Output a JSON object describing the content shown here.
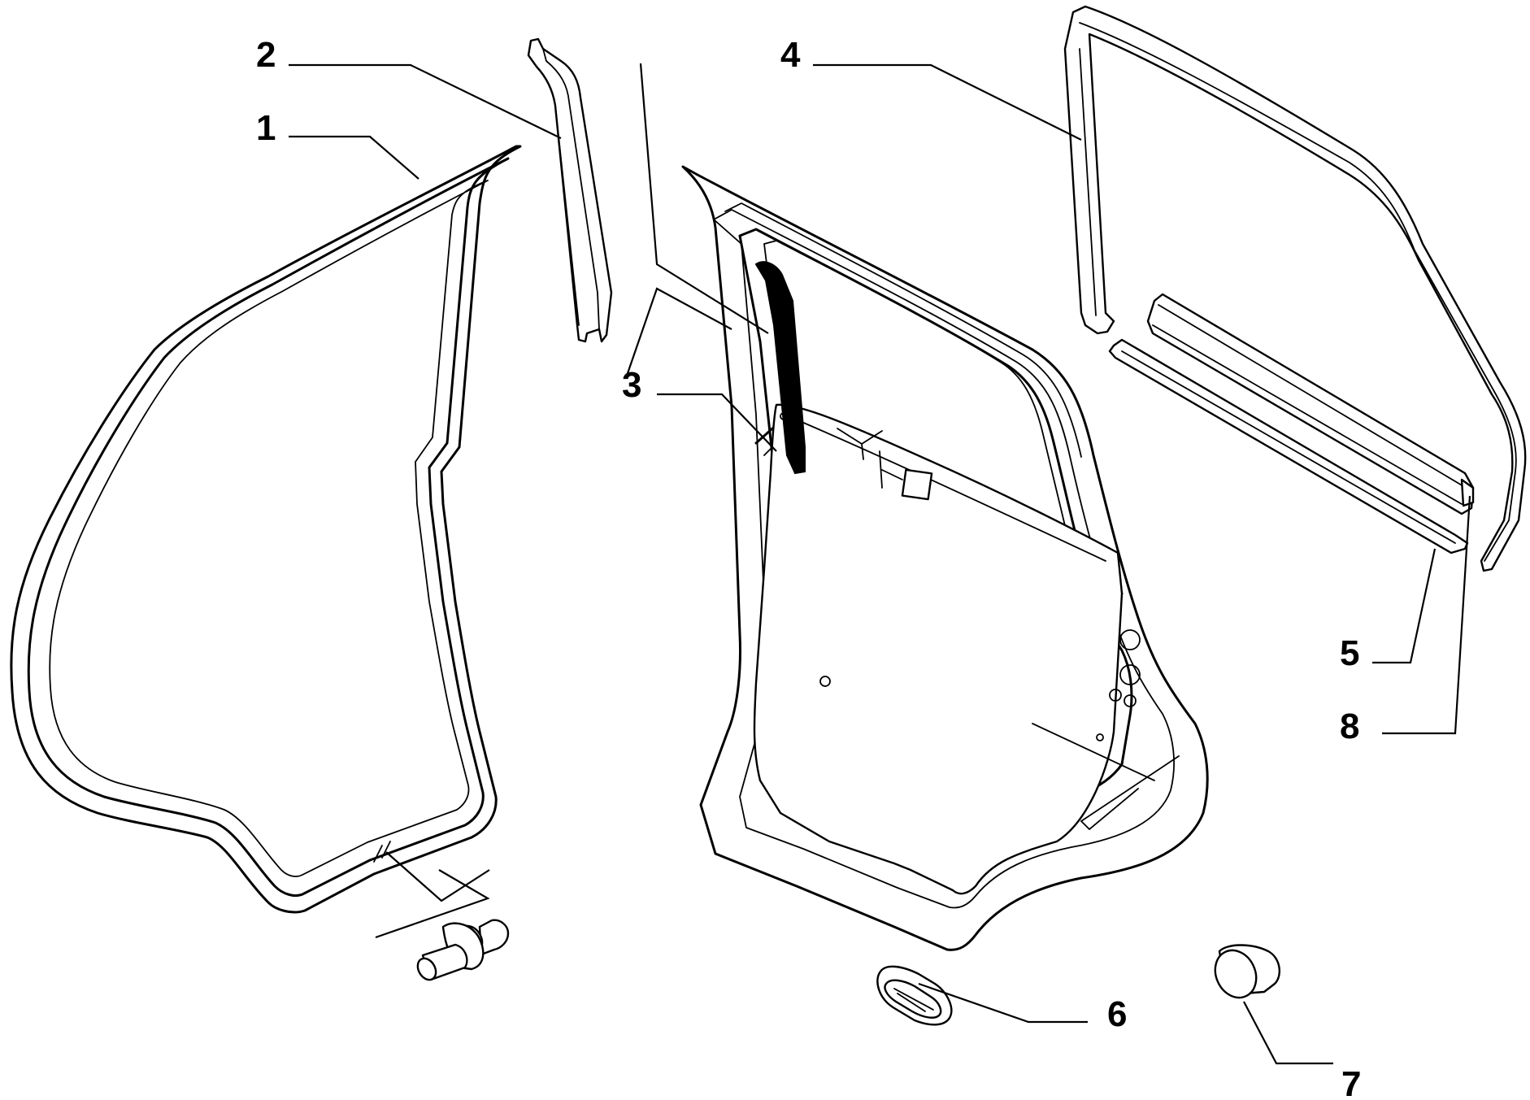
{
  "callouts": [
    {
      "id": "c1",
      "label": "1"
    },
    {
      "id": "c2",
      "label": "2"
    },
    {
      "id": "c3",
      "label": "3"
    },
    {
      "id": "c4",
      "label": "4"
    },
    {
      "id": "c5",
      "label": "5"
    },
    {
      "id": "c6",
      "label": "6"
    },
    {
      "id": "c7",
      "label": "7"
    },
    {
      "id": "c8",
      "label": "8"
    }
  ],
  "colors": {
    "line": "#000000",
    "background": "#ffffff"
  },
  "parts_depicted": [
    "door-seal-icon",
    "pillar-trim-strip-icon",
    "rear-door-panel-icon",
    "window-channel-seal-icon",
    "beltline-weatherstrip-icon",
    "oval-grommet-icon",
    "round-plug-icon",
    "push-pin-clip-icon"
  ]
}
